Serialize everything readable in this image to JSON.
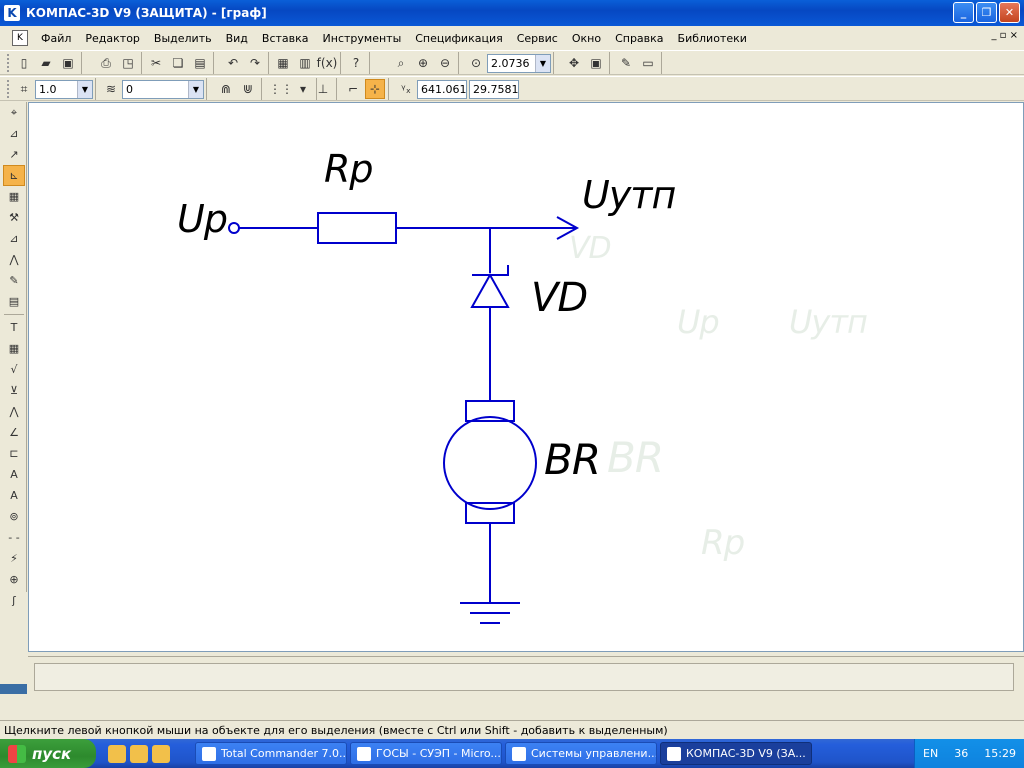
{
  "window": {
    "title": "КОМПАС-3D V9 (ЗАЩИТА) - [граф]"
  },
  "menu": {
    "items": [
      "Файл",
      "Редактор",
      "Выделить",
      "Вид",
      "Вставка",
      "Инструменты",
      "Спецификация",
      "Сервис",
      "Окно",
      "Справка",
      "Библиотеки"
    ],
    "doc_controls": "_ ▫ ×"
  },
  "toolbar1": {
    "zoom_value": "2.0736"
  },
  "toolbar2": {
    "scale_value": "1.0",
    "layer_value": "0",
    "coord_x": "641.061",
    "coord_y": "29.7581"
  },
  "drawing": {
    "labels": {
      "up": "Up",
      "rp": "Rp",
      "uytn": "Uутп",
      "vd": "VD",
      "br": "BR"
    },
    "ghost_labels": [
      "VD",
      "Uр",
      "Uутп",
      "BR",
      "Rр"
    ],
    "line_color": "#0000cc"
  },
  "status": {
    "hint": "Щелкните левой кнопкой мыши на объекте для его выделения (вместе с Ctrl или Shift - добавить к выделенным)"
  },
  "taskbar": {
    "start_label": "пуск",
    "tasks": [
      "Total Commander 7.0...",
      "ГОСЫ - СУЭП - Micro...",
      "Системы управлени...",
      "КОМПАС-3D V9 (ЗА..."
    ],
    "lang": "EN",
    "tray_num": "36",
    "clock": "15:29"
  }
}
